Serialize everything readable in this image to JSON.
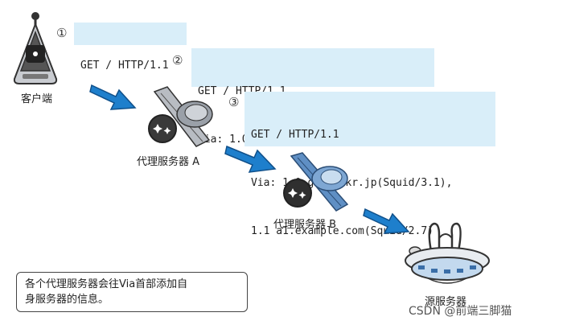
{
  "steps": [
    {
      "number": "①",
      "lines": [
        "GET / HTTP/1.1"
      ]
    },
    {
      "number": "②",
      "lines": [
        "GET / HTTP/1.1",
        "Via: 1.0 gw.hackr.jp(Squid/3.1)"
      ]
    },
    {
      "number": "③",
      "lines": [
        "GET / HTTP/1.1",
        "Via: 1.0 gw.hackr.jp(Squid/3.1),",
        "1.1 a1.example.com(Squid/2.7)"
      ]
    }
  ],
  "nodes": {
    "client": "客户端",
    "proxy_a": "代理服务器 A",
    "proxy_b": "代理服务器 B",
    "origin": "源服务器"
  },
  "note": {
    "line1": "各个代理服务器会往Via首部添加自",
    "line2": "身服务器的信息。"
  },
  "watermark": "CSDN @前端三脚猫",
  "colors": {
    "header_bg": "#d9eef9",
    "arrow": "#1e7fcc",
    "device": "#5f8fc4"
  }
}
